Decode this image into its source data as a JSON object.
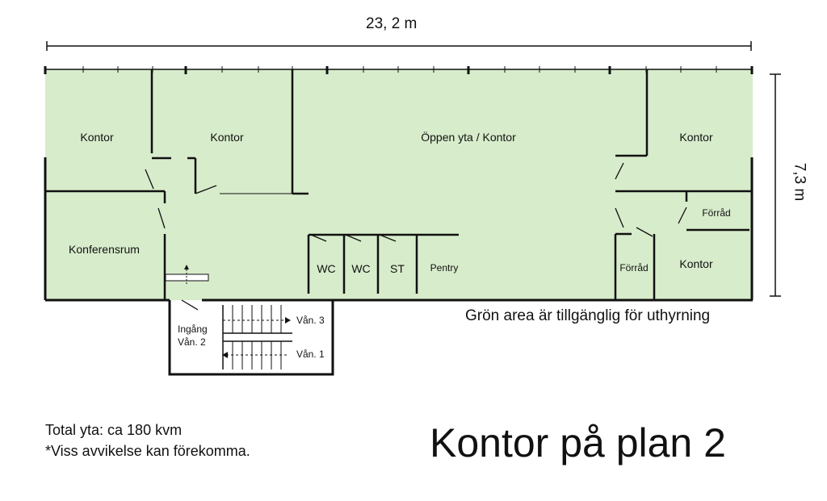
{
  "dimensions": {
    "width": "23, 2 m",
    "depth": "7,3 m"
  },
  "rooms": {
    "kontor_top_left": "Kontor",
    "kontor_top_second": "Kontor",
    "open_area": "Öppen yta / Kontor",
    "kontor_top_right": "Kontor",
    "konferensrum": "Konferensrum",
    "wc1": "WC",
    "wc2": "WC",
    "st": "ST",
    "pentry": "Pentry",
    "forrad_bottom": "Förråd",
    "kontor_bottom_right": "Kontor",
    "forrad_right": "Förråd"
  },
  "stairwell": {
    "entrance_line1": "Ingång",
    "entrance_line2": "Vån. 2",
    "floor_up": "Vån. 3",
    "floor_down": "Vån. 1"
  },
  "legend_note": "Grön area är tillgänglig för uthyrning",
  "info": {
    "total_area": "Total yta: ca 180 kvm",
    "disclaimer": "*Viss avvikelse kan förekomma."
  },
  "title": "Kontor på plan 2",
  "colors": {
    "rentable_area": "#d7eccb",
    "walls": "#111111"
  }
}
